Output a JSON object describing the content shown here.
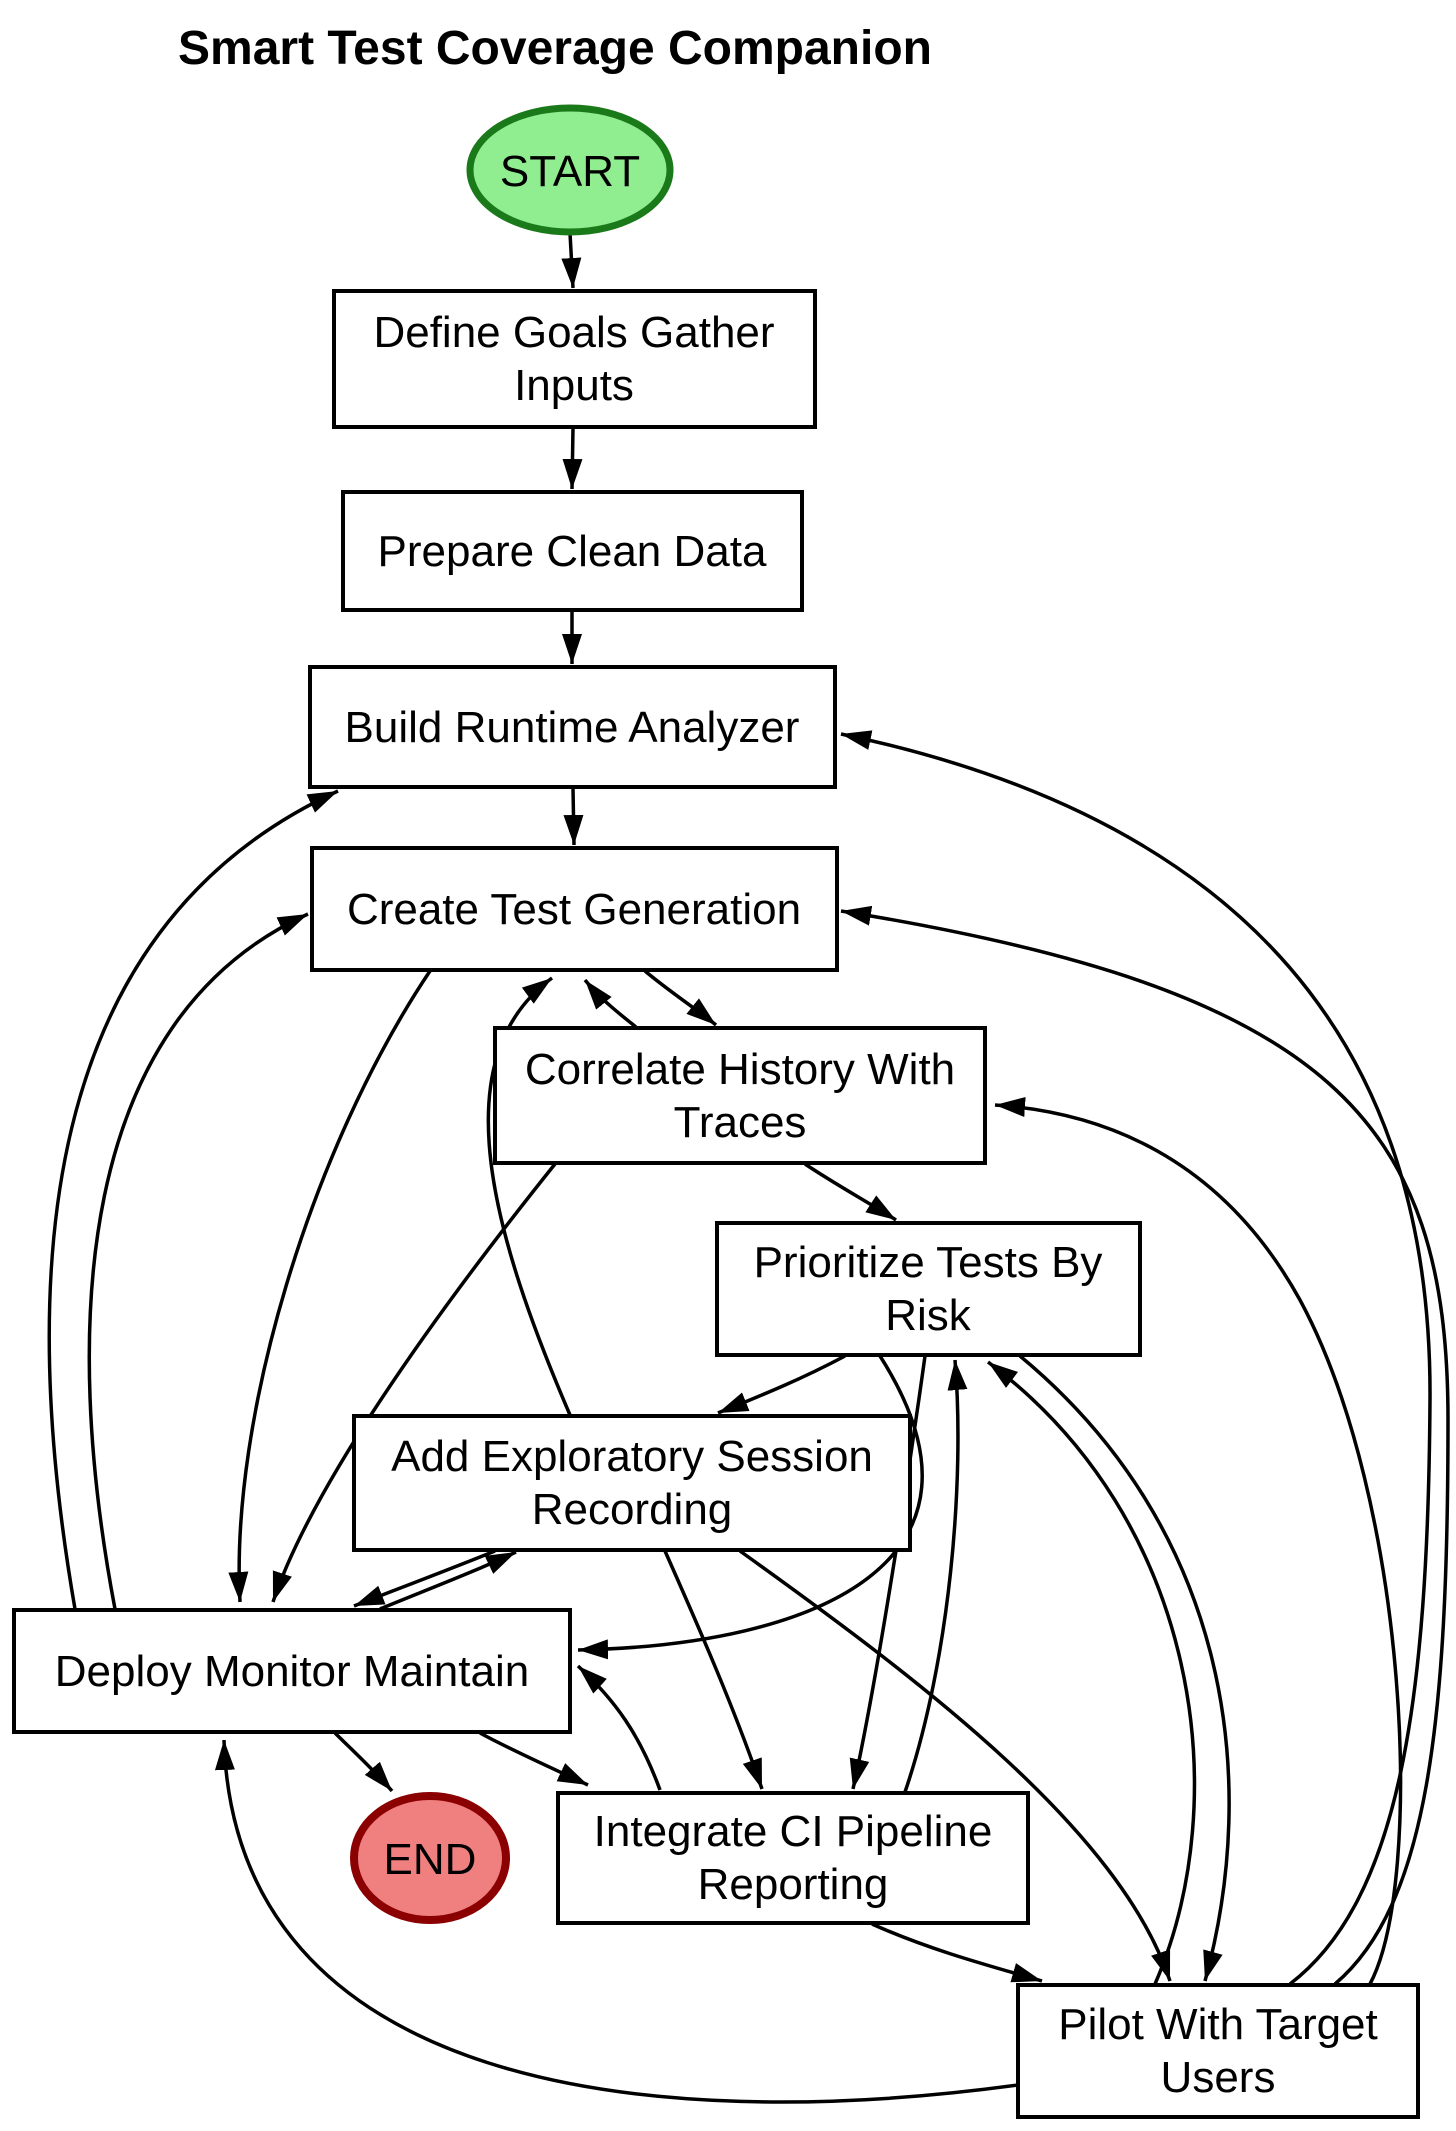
{
  "title": "Smart Test Coverage Companion",
  "colors": {
    "background": "#ffffff",
    "node_fill": "#ffffff",
    "node_stroke": "#000000",
    "edge_color": "#000000",
    "text_color": "#000000",
    "start_fill": "#90ee90",
    "start_stroke": "#1a7a1a",
    "end_fill": "#f08080",
    "end_stroke": "#8b0000"
  },
  "diagram": {
    "type": "flowchart",
    "direction": "top-down",
    "nodes": {
      "start": {
        "id": "start",
        "shape": "ellipse",
        "label": "START",
        "lines": [
          "START"
        ]
      },
      "define": {
        "id": "define",
        "shape": "rect",
        "label": "Define Goals Gather Inputs",
        "lines": [
          "Define Goals Gather",
          "Inputs"
        ]
      },
      "prepare": {
        "id": "prepare",
        "shape": "rect",
        "label": "Prepare Clean Data",
        "lines": [
          "Prepare Clean Data"
        ]
      },
      "build": {
        "id": "build",
        "shape": "rect",
        "label": "Build Runtime Analyzer",
        "lines": [
          "Build Runtime Analyzer"
        ]
      },
      "create": {
        "id": "create",
        "shape": "rect",
        "label": "Create Test Generation",
        "lines": [
          "Create Test Generation"
        ]
      },
      "correlate": {
        "id": "correlate",
        "shape": "rect",
        "label": "Correlate History With Traces",
        "lines": [
          "Correlate History With",
          "Traces"
        ]
      },
      "prioritize": {
        "id": "prioritize",
        "shape": "rect",
        "label": "Prioritize Tests By Risk",
        "lines": [
          "Prioritize Tests By",
          "Risk"
        ]
      },
      "add": {
        "id": "add",
        "shape": "rect",
        "label": "Add Exploratory Session Recording",
        "lines": [
          "Add Exploratory Session",
          "Recording"
        ]
      },
      "deploy": {
        "id": "deploy",
        "shape": "rect",
        "label": "Deploy Monitor Maintain",
        "lines": [
          "Deploy Monitor Maintain"
        ]
      },
      "end": {
        "id": "end",
        "shape": "ellipse",
        "label": "END",
        "lines": [
          "END"
        ]
      },
      "integrate": {
        "id": "integrate",
        "shape": "rect",
        "label": "Integrate CI Pipeline Reporting",
        "lines": [
          "Integrate CI Pipeline",
          "Reporting"
        ]
      },
      "pilot": {
        "id": "pilot",
        "shape": "rect",
        "label": "Pilot With Target Users",
        "lines": [
          "Pilot With Target",
          "Users"
        ]
      }
    },
    "edges": [
      {
        "from": "start",
        "to": "define"
      },
      {
        "from": "define",
        "to": "prepare"
      },
      {
        "from": "prepare",
        "to": "build"
      },
      {
        "from": "build",
        "to": "create"
      },
      {
        "from": "create",
        "to": "correlate"
      },
      {
        "from": "correlate",
        "to": "prioritize"
      },
      {
        "from": "prioritize",
        "to": "add"
      },
      {
        "from": "add",
        "to": "deploy"
      },
      {
        "from": "deploy",
        "to": "add"
      },
      {
        "from": "deploy",
        "to": "end"
      },
      {
        "from": "deploy",
        "to": "integrate"
      },
      {
        "from": "integrate",
        "to": "deploy"
      },
      {
        "from": "integrate",
        "to": "pilot"
      },
      {
        "from": "pilot",
        "to": "deploy"
      },
      {
        "from": "deploy",
        "to": "build"
      },
      {
        "from": "deploy",
        "to": "create"
      },
      {
        "from": "create",
        "to": "deploy"
      },
      {
        "from": "correlate",
        "to": "deploy"
      },
      {
        "from": "prioritize",
        "to": "deploy"
      },
      {
        "from": "add",
        "to": "create"
      },
      {
        "from": "correlate",
        "to": "create"
      },
      {
        "from": "pilot",
        "to": "build"
      },
      {
        "from": "pilot",
        "to": "create"
      },
      {
        "from": "pilot",
        "to": "correlate"
      },
      {
        "from": "integrate",
        "to": "prioritize"
      },
      {
        "from": "pilot",
        "to": "prioritize"
      },
      {
        "from": "prioritize",
        "to": "pilot"
      },
      {
        "from": "add",
        "to": "pilot"
      },
      {
        "from": "add",
        "to": "integrate"
      },
      {
        "from": "prioritize",
        "to": "integrate"
      }
    ]
  }
}
